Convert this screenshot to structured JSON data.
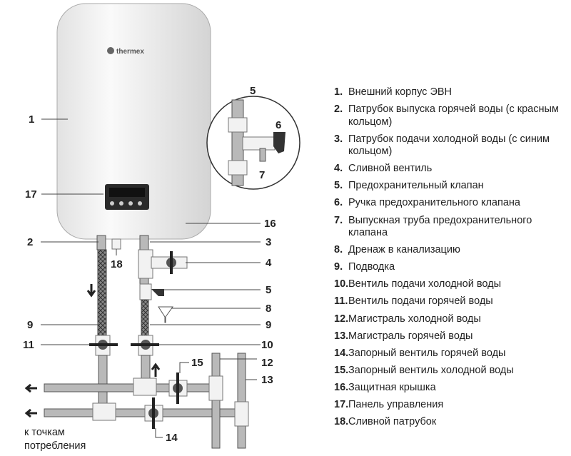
{
  "logo": "thermex",
  "callouts": {
    "n1": "1",
    "n2": "2",
    "n3": "3",
    "n4": "4",
    "n5": "5",
    "n5d": "5",
    "n6": "6",
    "n7": "7",
    "n8": "8",
    "n9a": "9",
    "n9b": "9",
    "n10": "10",
    "n11": "11",
    "n12": "12",
    "n13": "13",
    "n14": "14",
    "n15": "15",
    "n16": "16",
    "n17": "17",
    "n18": "18"
  },
  "legend": [
    {
      "num": "1.",
      "text": "Внешний корпус ЭВН"
    },
    {
      "num": "2.",
      "text": "Патрубок выпуска горячей воды (с красным кольцом)"
    },
    {
      "num": "3.",
      "text": "Патрубок подачи холодной воды (с синим кольцом)"
    },
    {
      "num": "4.",
      "text": "Сливной вентиль"
    },
    {
      "num": "5.",
      "text": "Предохранительный клапан"
    },
    {
      "num": "6.",
      "text": "Ручка предохранительного клапана"
    },
    {
      "num": "7.",
      "text": "Выпускная труба предохранительного клапана"
    },
    {
      "num": "8.",
      "text": "Дренаж в канализацию"
    },
    {
      "num": "9.",
      "text": "Подводка"
    },
    {
      "num": "10.",
      "text": "Вентиль подачи холодной воды"
    },
    {
      "num": "11.",
      "text": "Вентиль подачи горячей воды"
    },
    {
      "num": "12.",
      "text": "Магистраль холодной воды"
    },
    {
      "num": "13.",
      "text": "Магистраль горячей воды"
    },
    {
      "num": "14.",
      "text": "Запорный вентиль горячей воды"
    },
    {
      "num": "15.",
      "text": "Запорный вентиль холодной воды"
    },
    {
      "num": "16.",
      "text": "Защитная крышка"
    },
    {
      "num": "17.",
      "text": "Панель управления"
    },
    {
      "num": "18.",
      "text": "Сливной патрубок"
    }
  ],
  "note_line1": "к точкам",
  "note_line2": "потребления"
}
